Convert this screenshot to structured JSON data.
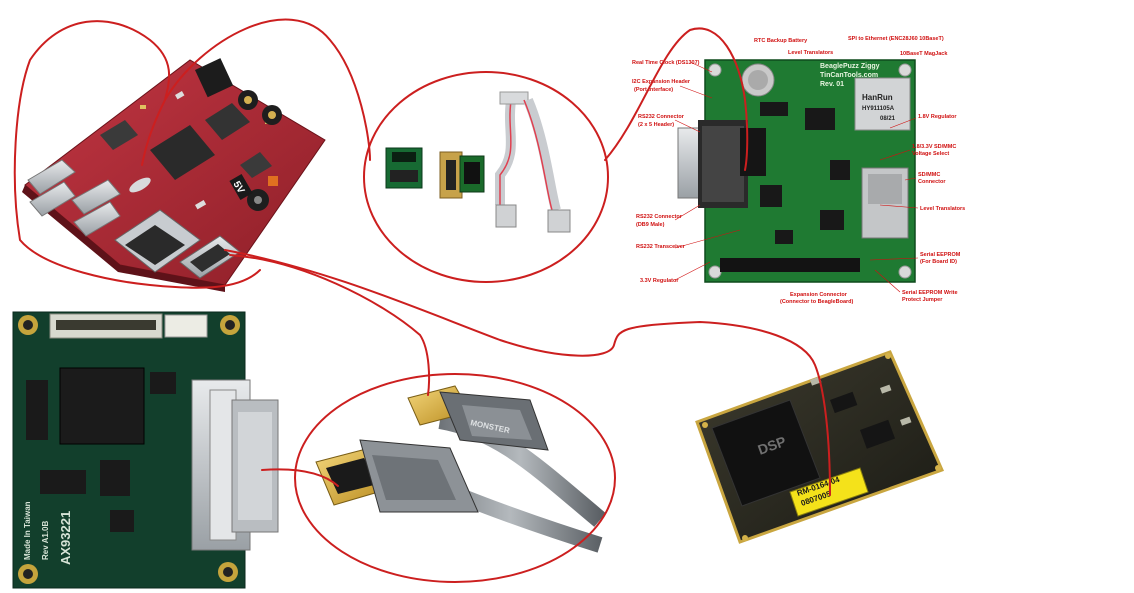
{
  "colors": {
    "background": "#ffffff",
    "wire": "#cc1f1f",
    "beagle_pcb": "#b22a34",
    "ziggy_pcb": "#1c6b2a",
    "dvi_pcb": "#0f3d2a",
    "dsp_pcb": "#2a2a20",
    "label_red": "#d01010",
    "sticker_yellow": "#f4e21a"
  },
  "icons": [
    "usb-port-icon",
    "ethernet-port-icon",
    "serial-port-icon",
    "sd-card-icon",
    "dsp-chip-icon",
    "hdmi-plug-icon",
    "dvi-plug-icon"
  ],
  "ziggy_board": {
    "silkscreen": [
      "BeaglePuzz Ziggy",
      "TinCanTools.com",
      "Rev. 01"
    ],
    "eth_magjack_text": [
      "HanRun",
      "HY911105A",
      "08/21"
    ],
    "labels_left": [
      "Real Time Clock (DS1307)",
      "I2C Expansion Header",
      "(Port Interface)",
      "RS232 Connector",
      "(2 x 5 Header)",
      "RS232 Connector",
      "(DB9 Male)",
      "RS232 Transceiver",
      "3.3V Regulator"
    ],
    "labels_top": [
      "RTC Backup Battery",
      "SPI to Ethernet (ENC28J60 10BaseT)",
      "Level Translators",
      "10BaseT MagJack"
    ],
    "labels_right": [
      "1.8V Regulator",
      "1.8/3.3V SD/MMC",
      "Voltage Select",
      "SD/MMC",
      "Connector",
      "Level Translators",
      "Serial EEPROM",
      "(For Board ID)",
      "Serial EEPROM Write",
      "Protect Jumper"
    ],
    "labels_bottom": [
      "Expansion Connector",
      "(Connector to BeagleBoard)"
    ]
  },
  "beagle_board": {
    "silkscreen": [
      "5V"
    ]
  },
  "dvi_board": {
    "silkscreen": [
      "AX93221",
      "Rev A1.0B",
      "Made In Taiwan"
    ]
  },
  "hdmi_cable": {
    "brand": "MONSTER"
  },
  "dsp_module": {
    "chip_text": "DSP",
    "sticker_line1": "RM-0164-04",
    "sticker_line2": "0807005"
  }
}
